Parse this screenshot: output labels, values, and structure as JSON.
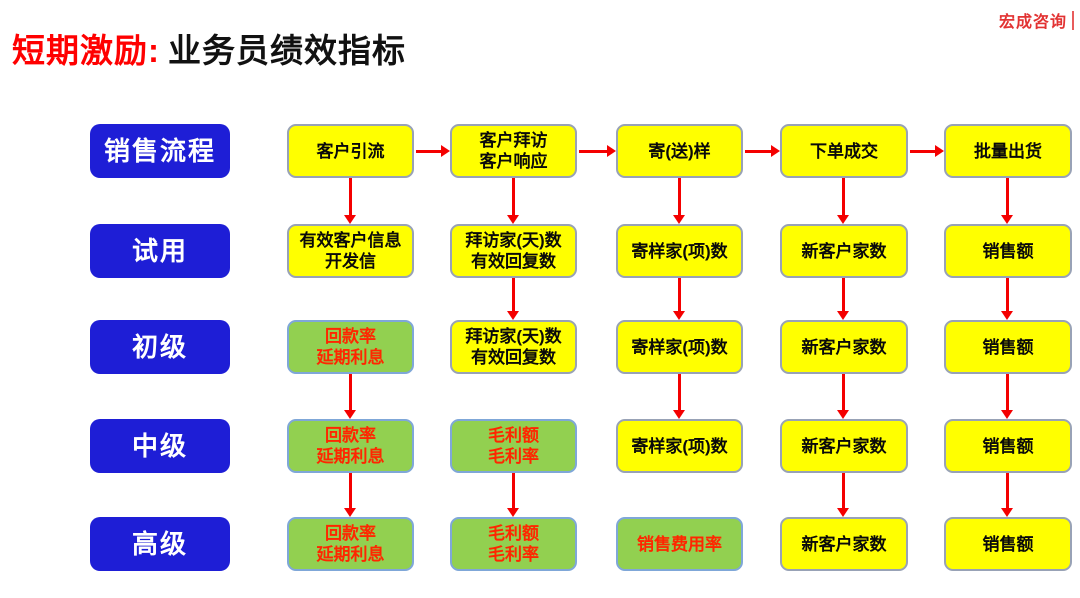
{
  "page": {
    "title_red": "短期激励:",
    "title_black": "业务员绩效指标",
    "logo": "宏成咨询"
  },
  "colors": {
    "accent_red": "#ff0000",
    "logo_red": "#e23333",
    "box_yellow": "#ffff00",
    "box_green": "#92d050",
    "box_blue": "#1e1ed6",
    "yellow_border": "#98a2b6",
    "green_border": "#7fa7d8",
    "green_text": "#ff2600",
    "arrow_red": "#f40000"
  },
  "rows": [
    {
      "label": "销售流程",
      "cells": [
        {
          "text": "客户引流",
          "variant": "yellow"
        },
        {
          "text": "客户拜访\n客户响应",
          "variant": "yellow"
        },
        {
          "text": "寄(送)样",
          "variant": "yellow"
        },
        {
          "text": "下单成交",
          "variant": "yellow"
        },
        {
          "text": "批量出货",
          "variant": "yellow"
        }
      ]
    },
    {
      "label": "试用",
      "cells": [
        {
          "text": "有效客户信息\n开发信",
          "variant": "yellow"
        },
        {
          "text": "拜访家(天)数\n有效回复数",
          "variant": "yellow"
        },
        {
          "text": "寄样家(项)数",
          "variant": "yellow"
        },
        {
          "text": "新客户家数",
          "variant": "yellow"
        },
        {
          "text": "销售额",
          "variant": "yellow"
        }
      ]
    },
    {
      "label": "初级",
      "cells": [
        {
          "text": "回款率\n延期利息",
          "variant": "green"
        },
        {
          "text": "拜访家(天)数\n有效回复数",
          "variant": "yellow"
        },
        {
          "text": "寄样家(项)数",
          "variant": "yellow"
        },
        {
          "text": "新客户家数",
          "variant": "yellow"
        },
        {
          "text": "销售额",
          "variant": "yellow"
        }
      ]
    },
    {
      "label": "中级",
      "cells": [
        {
          "text": "回款率\n延期利息",
          "variant": "green"
        },
        {
          "text": "毛利额\n毛利率",
          "variant": "green"
        },
        {
          "text": "寄样家(项)数",
          "variant": "yellow"
        },
        {
          "text": "新客户家数",
          "variant": "yellow"
        },
        {
          "text": "销售额",
          "variant": "yellow"
        }
      ]
    },
    {
      "label": "高级",
      "cells": [
        {
          "text": "回款率\n延期利息",
          "variant": "green"
        },
        {
          "text": "毛利额\n毛利率",
          "variant": "green"
        },
        {
          "text": "销售费用率",
          "variant": "green"
        },
        {
          "text": "新客户家数",
          "variant": "yellow"
        },
        {
          "text": "销售额",
          "variant": "yellow"
        }
      ]
    }
  ]
}
